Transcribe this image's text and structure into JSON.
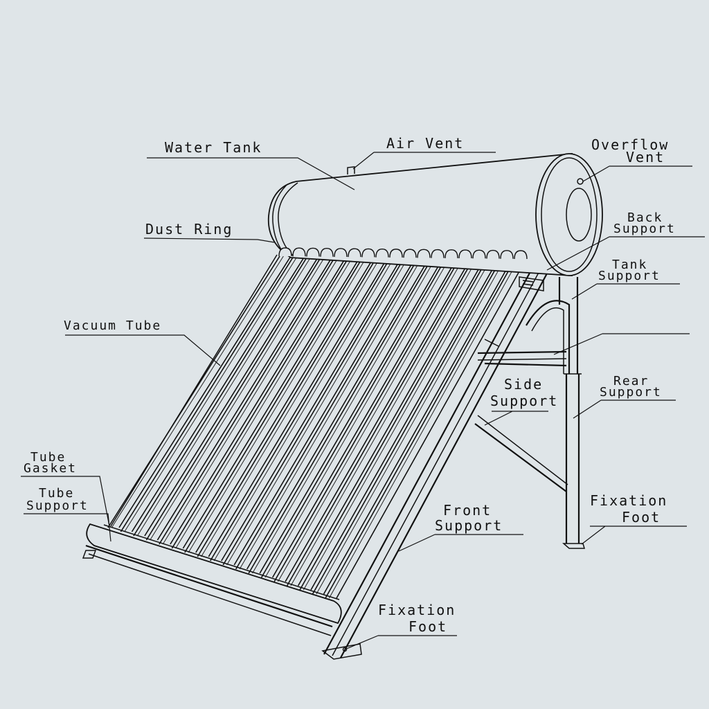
{
  "labels": {
    "water_tank": "Water Tank",
    "air_vent": "Air Vent",
    "overflow_vent_1": "Overflow",
    "overflow_vent_2": "Vent",
    "dust_ring": "Dust Ring",
    "back_support_1": "Back",
    "back_support_2": "Support",
    "tank_support_1": "Tank",
    "tank_support_2": "Support",
    "vacuum_tube": "Vacuum Tube",
    "side_support_1": "Side",
    "side_support_2": "Support",
    "rear_support_1": "Rear",
    "rear_support_2": "Support",
    "tube_gasket_1": "Tube",
    "tube_gasket_2": "Gasket",
    "tube_support_1": "Tube",
    "tube_support_2": "Support",
    "front_support_1": "Front",
    "front_support_2": "Support",
    "fixation_foot_right_1": "Fixation",
    "fixation_foot_right_2": "Foot",
    "fixation_foot_front_1": "Fixation",
    "fixation_foot_front_2": "Foot"
  },
  "colors": {
    "background": "#dfe5e8",
    "ink": "#111111"
  },
  "tube_count": 18
}
